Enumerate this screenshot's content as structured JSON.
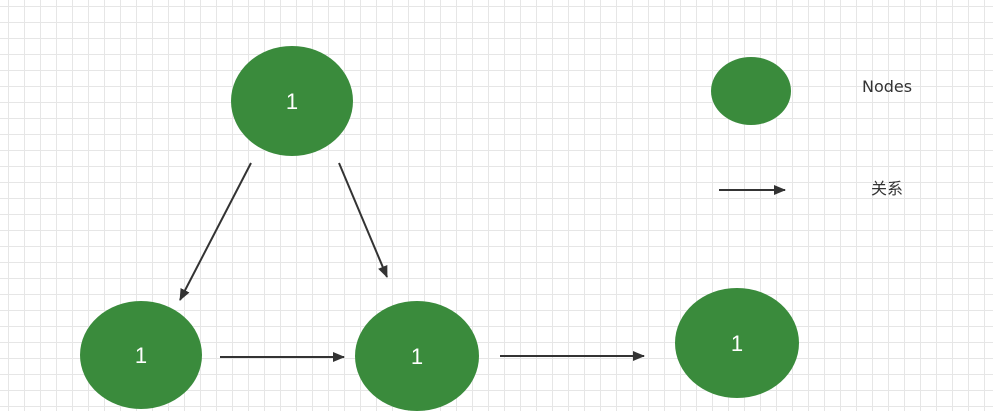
{
  "diagram": {
    "nodes": [
      {
        "id": "n1",
        "label": "1"
      },
      {
        "id": "n2",
        "label": "1"
      },
      {
        "id": "n3",
        "label": "1"
      },
      {
        "id": "n4",
        "label": "1"
      }
    ],
    "edges": [
      {
        "from": "n1",
        "to": "n2"
      },
      {
        "from": "n1",
        "to": "n3"
      },
      {
        "from": "n2",
        "to": "n3"
      },
      {
        "from": "n3",
        "to": "n4"
      }
    ],
    "colors": {
      "node_fill": "#3a8b3c",
      "edge_stroke": "#333333",
      "grid_line": "#e6e6e6",
      "background": "#ffffff"
    }
  },
  "legend": {
    "node_label": "Nodes",
    "edge_label": "关系"
  }
}
